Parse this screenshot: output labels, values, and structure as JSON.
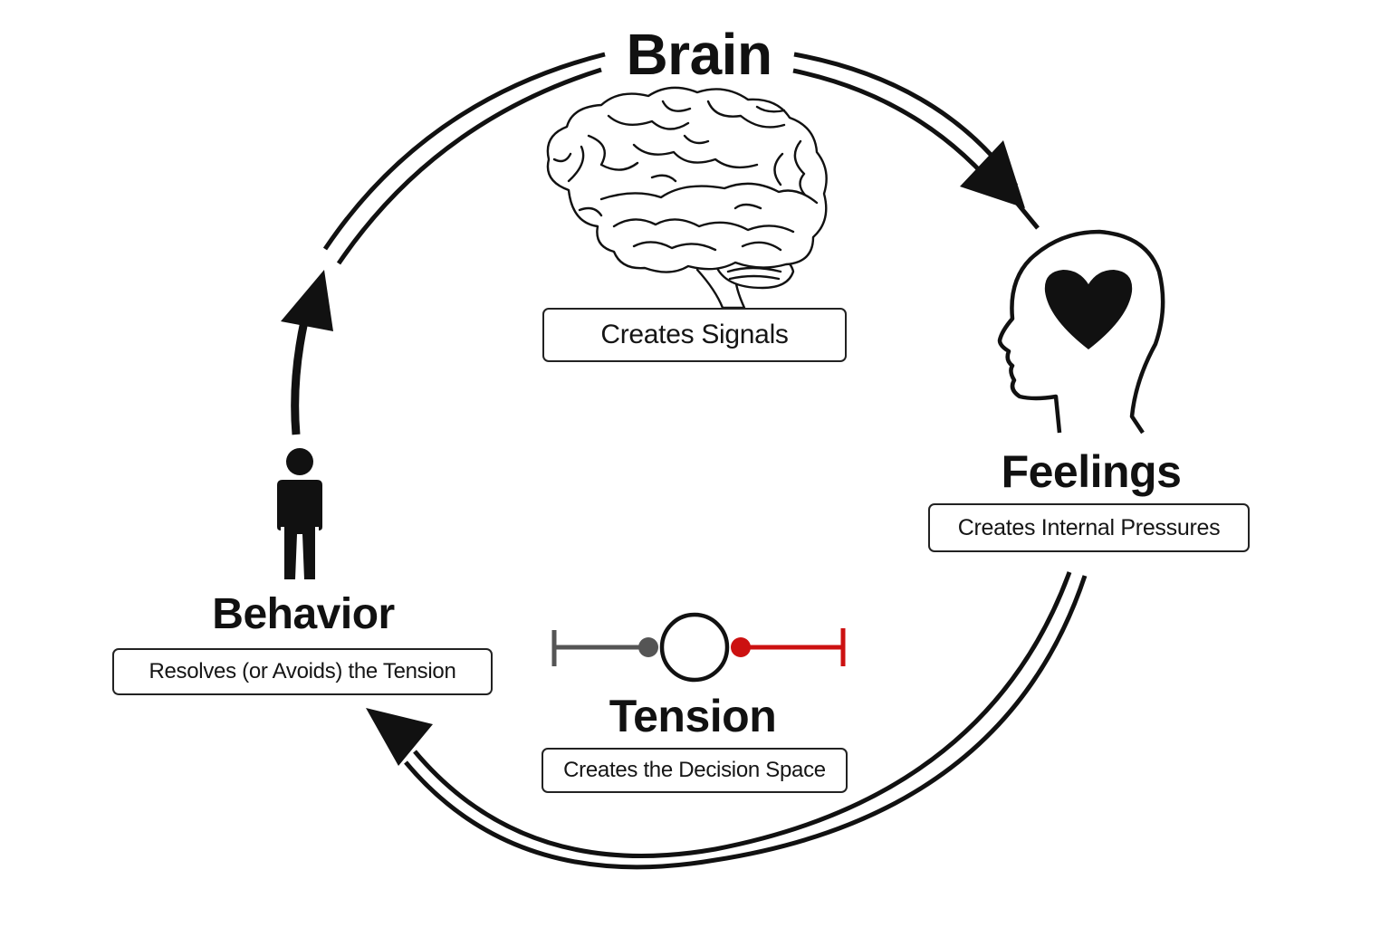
{
  "nodes": {
    "brain": {
      "title": "Brain",
      "label": "Creates Signals"
    },
    "feelings": {
      "title": "Feelings",
      "label": "Creates Internal Pressures"
    },
    "tension": {
      "title": "Tension",
      "label": "Creates the Decision Space"
    },
    "behavior": {
      "title": "Behavior",
      "label": "Resolves (or Avoids) the Tension"
    }
  },
  "icons": {
    "brain": "brain-icon",
    "feelings": "head-with-heart-icon",
    "tension": "tension-slider-icon",
    "behavior": "person-icon"
  },
  "colors": {
    "ink": "#111111",
    "tension_left": "#555555",
    "tension_right": "#cc1111"
  }
}
